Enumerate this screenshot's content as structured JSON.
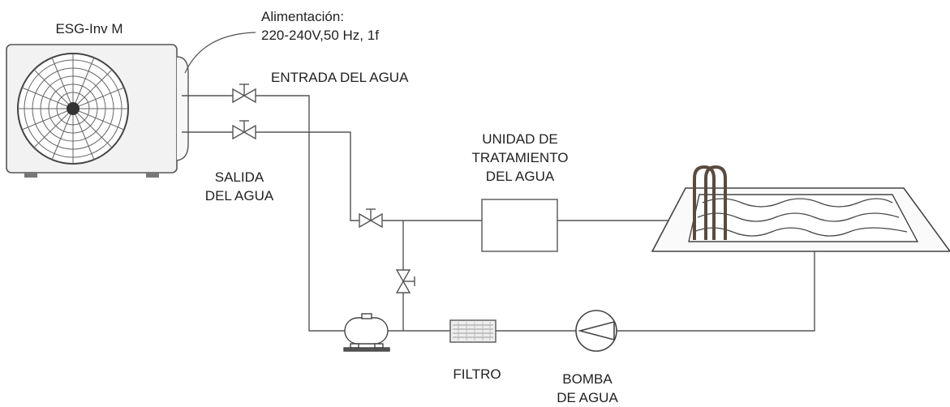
{
  "labels": {
    "unit_model": "ESG-Inv M",
    "power_line1": "Alimentación:",
    "power_line2": "220-240V,50 Hz, 1f",
    "water_inlet": "ENTRADA DEL AGUA",
    "water_outlet_line1": "SALIDA",
    "water_outlet_line2": "DEL AGUA",
    "treatment_line1": "UNIDAD DE",
    "treatment_line2": "TRATAMIENTO",
    "treatment_line3": "DEL AGUA",
    "filter": "FILTRO",
    "pump_line1": "BOMBA",
    "pump_line2": "DE AGUA"
  },
  "colors": {
    "line": "#555555",
    "unit_body": "#f2f2f2",
    "pool_ladder": "#5a4a40",
    "text": "#222222"
  },
  "icons": {
    "unit": "heat-pump-outdoor-unit",
    "valve": "gate-valve-icon",
    "tank": "expansion-tank-icon",
    "filter": "filter-icon",
    "pump": "centrifugal-pump-icon",
    "pool": "swimming-pool-icon"
  }
}
